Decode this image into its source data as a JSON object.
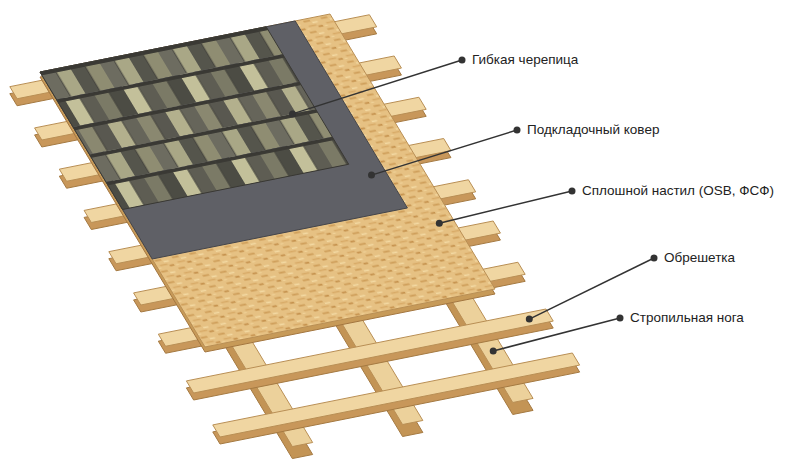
{
  "diagram": {
    "labels": [
      "Гибкая черепица",
      "Подкладочный ковер",
      "Сплошной настил (OSB, ФСФ)",
      "Обрешетка",
      "Стропильная нога"
    ]
  }
}
